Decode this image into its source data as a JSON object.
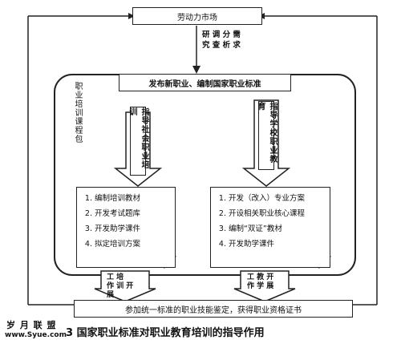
{
  "top_cut_text": "……",
  "nodes": {
    "labor_market": "劳动力市场",
    "research": "研 调 分 需\n究 查 析 求",
    "standards": "发布新职业、编制国家职业标准",
    "package_label": "职业培训课程包",
    "guide_social": "指导社会职业培训",
    "guide_school": "指导学校职业教育",
    "training_work": "工 培\n作 训 开\n展",
    "teaching_work": "工 教 开\n作 学 展",
    "bottom": "参加统一标准的职业技能鉴定，获得职业资格证书"
  },
  "left_list": [
    "编制培训教材",
    "开发考试题库",
    "开发助学课件",
    "拟定培训方案"
  ],
  "right_list": [
    "开发（改入）专业方案",
    "开设相关职业核心课程",
    "编制“双证”教材",
    "开发助学课件"
  ],
  "caption": "3   国家职业标准对职业教育培训的指导作用",
  "watermark": {
    "line1": "岁 月 联 盟",
    "line2": "www.Syue.com"
  }
}
